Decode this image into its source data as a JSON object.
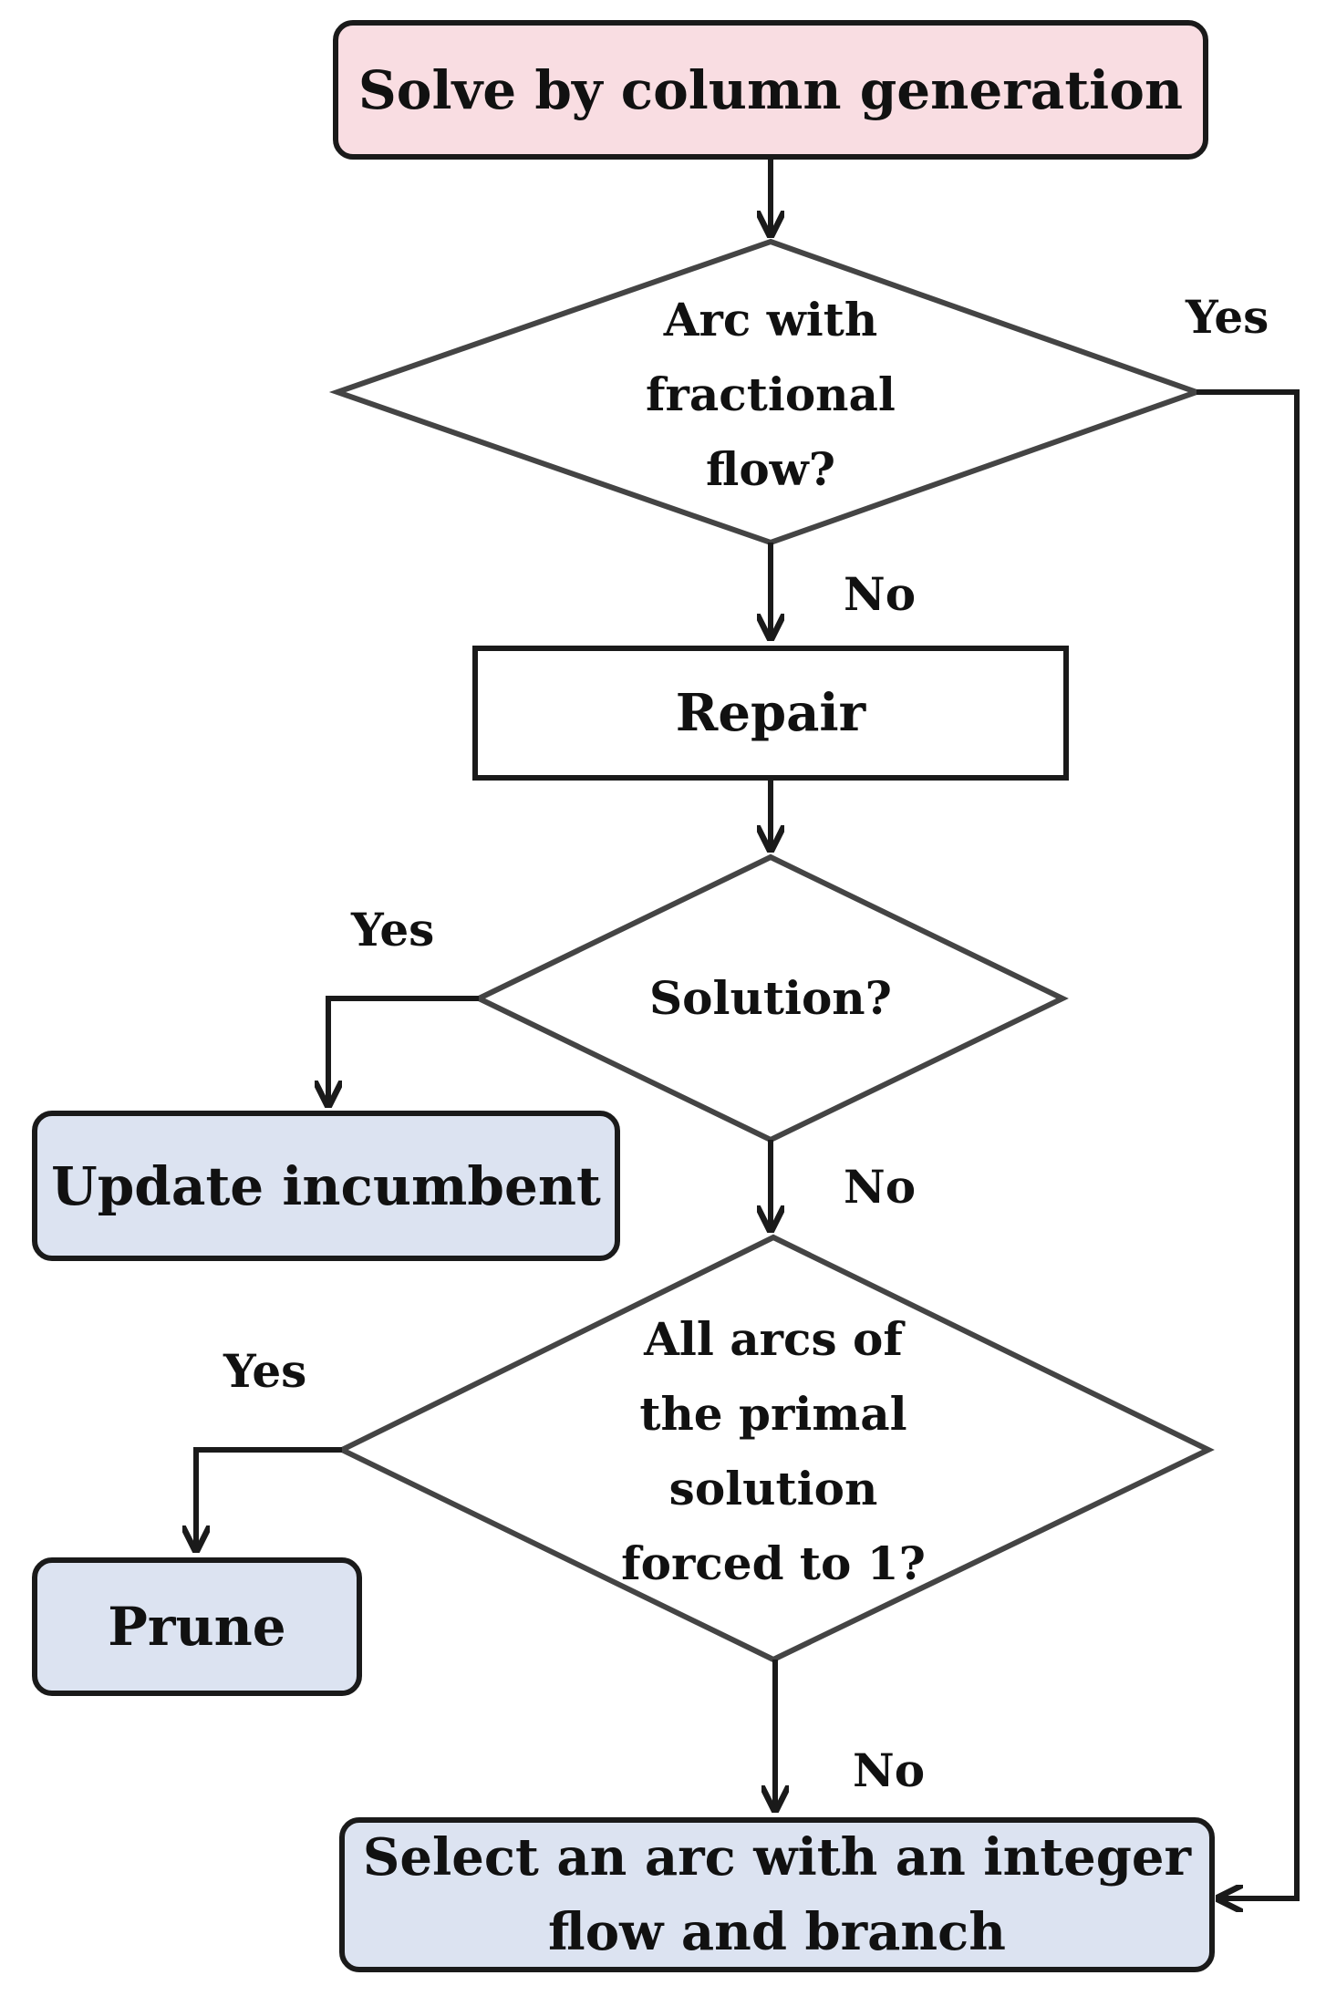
{
  "nodes": {
    "start": "Solve by column generation",
    "decision_fractional": [
      "Arc with",
      "fractional",
      "flow?"
    ],
    "repair": "Repair",
    "decision_solution": "Solution?",
    "update": "Update incumbent",
    "decision_forced": [
      "All arcs of",
      "the primal",
      "solution",
      "forced to 1?"
    ],
    "prune": "Prune",
    "branch": [
      "Select an arc with an integer",
      "flow and branch"
    ]
  },
  "edges": {
    "fractional_yes": "Yes",
    "fractional_no": "No",
    "solution_yes": "Yes",
    "solution_no": "No",
    "forced_yes": "Yes",
    "forced_no": "No"
  },
  "colors": {
    "start_fill": "#f9dde2",
    "leaf_fill": "#dce3f1",
    "stroke": "#1a1a1a"
  }
}
